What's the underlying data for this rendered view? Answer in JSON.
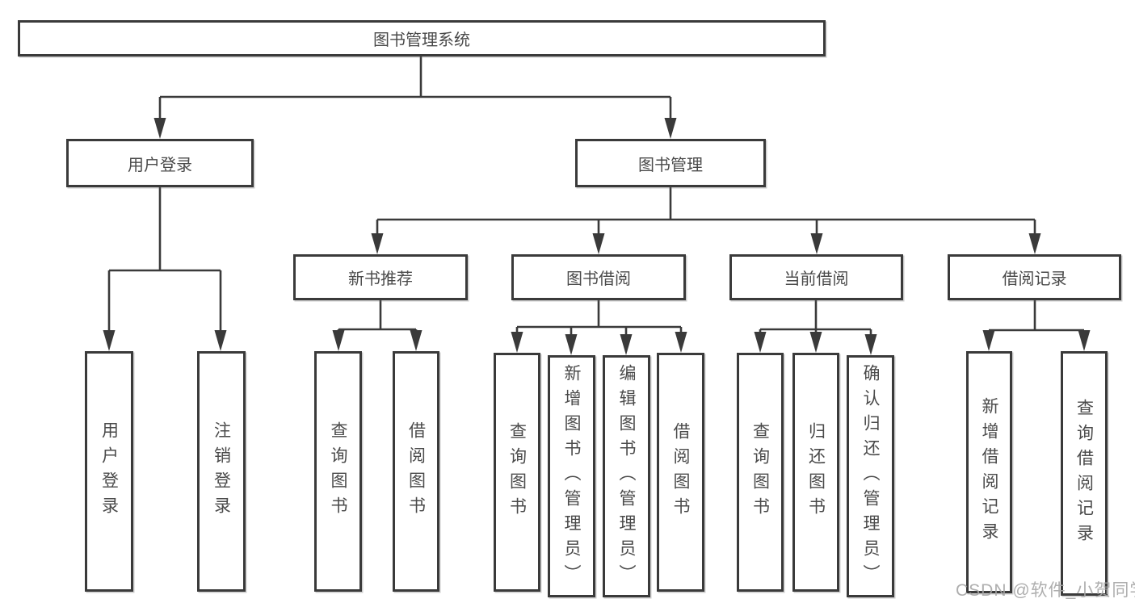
{
  "diagram": {
    "root": "图书管理系统",
    "branches": [
      {
        "label": "用户登录",
        "children": [
          "用户登录",
          "注销登录"
        ]
      },
      {
        "label": "图书管理",
        "children": [
          {
            "label": "新书推荐",
            "children": [
              "查询图书",
              "借阅图书"
            ]
          },
          {
            "label": "图书借阅",
            "children": [
              "查询图书",
              "新增图书（管理员）",
              "编辑图书（管理员）",
              "借阅图书"
            ]
          },
          {
            "label": "当前借阅",
            "children": [
              "查询图书",
              "归还图书",
              "确认归还（管理员）"
            ]
          },
          {
            "label": "借阅记录",
            "children": [
              "新增借阅记录",
              "查询借阅记录"
            ]
          }
        ]
      }
    ]
  },
  "watermark": "CSDN @软件_小贺同学",
  "colors": {
    "line": "#3a3a3a",
    "box_border": "#3a3a3a",
    "text": "#4a4a4a",
    "watermark": "#a5a5a5",
    "background": "#ffffff"
  }
}
